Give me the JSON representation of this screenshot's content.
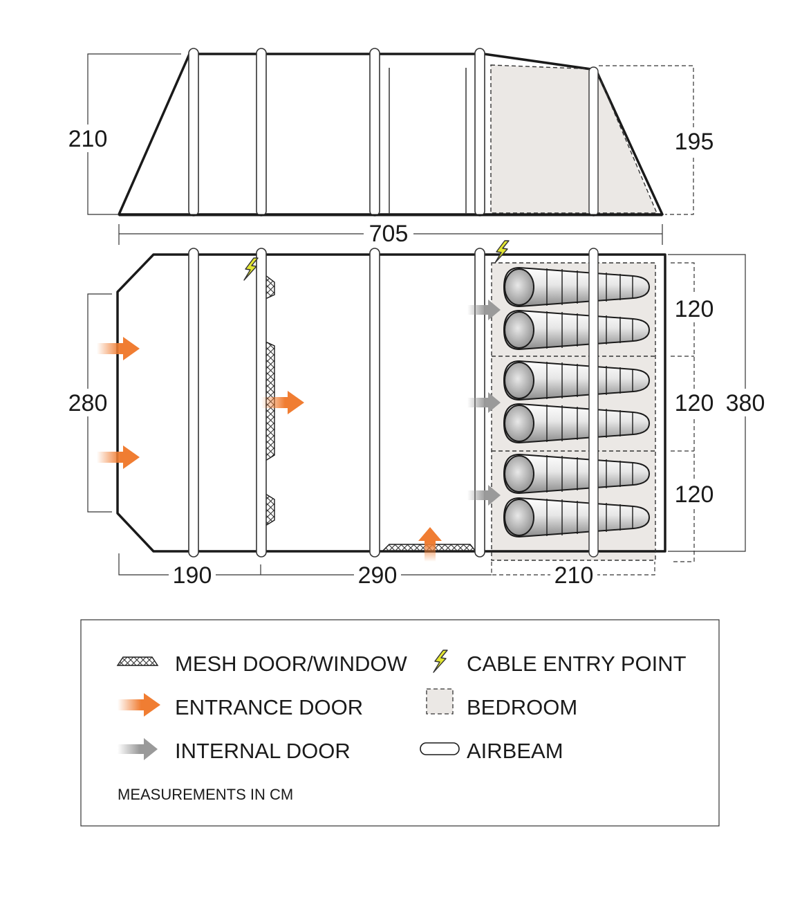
{
  "side_view": {
    "height_left": "210",
    "height_right": "195"
  },
  "overall_length": "705",
  "floor_plan": {
    "width_left": "280",
    "bedroom_widths": [
      "120",
      "120",
      "120"
    ],
    "overall_width": "380",
    "section_lengths": [
      "190",
      "290",
      "210"
    ]
  },
  "legend": {
    "items": [
      {
        "icon": "mesh-icon",
        "label": "MESH DOOR/WINDOW"
      },
      {
        "icon": "cable-lightning-icon",
        "label": "CABLE ENTRY POINT"
      },
      {
        "icon": "orange-arrow-icon",
        "label": "ENTRANCE DOOR"
      },
      {
        "icon": "bedroom-icon",
        "label": "BEDROOM"
      },
      {
        "icon": "grey-arrow-icon",
        "label": "INTERNAL DOOR"
      },
      {
        "icon": "airbeam-icon",
        "label": "AIRBEAM"
      }
    ],
    "note": "MEASUREMENTS IN CM"
  },
  "colors": {
    "entrance": "#f07d32",
    "internal": "#9a9a9a",
    "bedroom_fill": "#ebe8e5",
    "outline": "#1a1a1a",
    "cable": "#e3e632"
  }
}
